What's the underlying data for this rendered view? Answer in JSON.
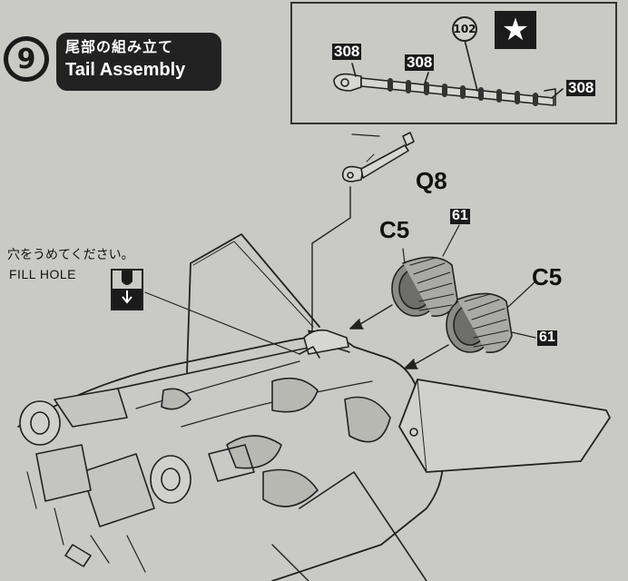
{
  "step": {
    "number": "9",
    "title_jp": "尾部の組み立て",
    "title_en": "Tail Assembly"
  },
  "inset": {
    "part_labels": [
      "308",
      "308",
      "308"
    ],
    "circle_label": "102",
    "star_icon": "star-icon"
  },
  "parts": {
    "q8": "Q8",
    "c5_left": "C5",
    "c5_right": "C5",
    "part61_top": "61",
    "part61_bottom": "61"
  },
  "fill_hole": {
    "jp": "穴をうめてください。",
    "en": "FILL HOLE",
    "icon": "fill-hole-icon"
  },
  "colors": {
    "paper": "#c9c9c5",
    "ink": "#1b1b1b"
  }
}
